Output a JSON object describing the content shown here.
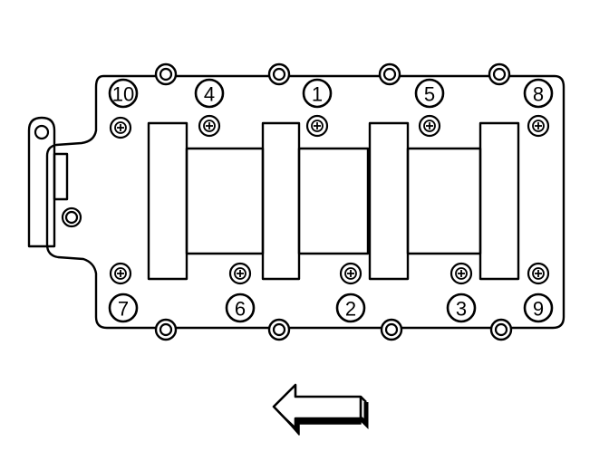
{
  "diagram": {
    "labels": [
      {
        "id": "b1",
        "text": "1"
      },
      {
        "id": "b2",
        "text": "2"
      },
      {
        "id": "b3",
        "text": "3"
      },
      {
        "id": "b4",
        "text": "4"
      },
      {
        "id": "b5",
        "text": "5"
      },
      {
        "id": "b6",
        "text": "6"
      },
      {
        "id": "b7",
        "text": "7"
      },
      {
        "id": "b8",
        "text": "8"
      },
      {
        "id": "b9",
        "text": "9"
      },
      {
        "id": "b10",
        "text": "10"
      }
    ],
    "arrow_direction": "left"
  }
}
